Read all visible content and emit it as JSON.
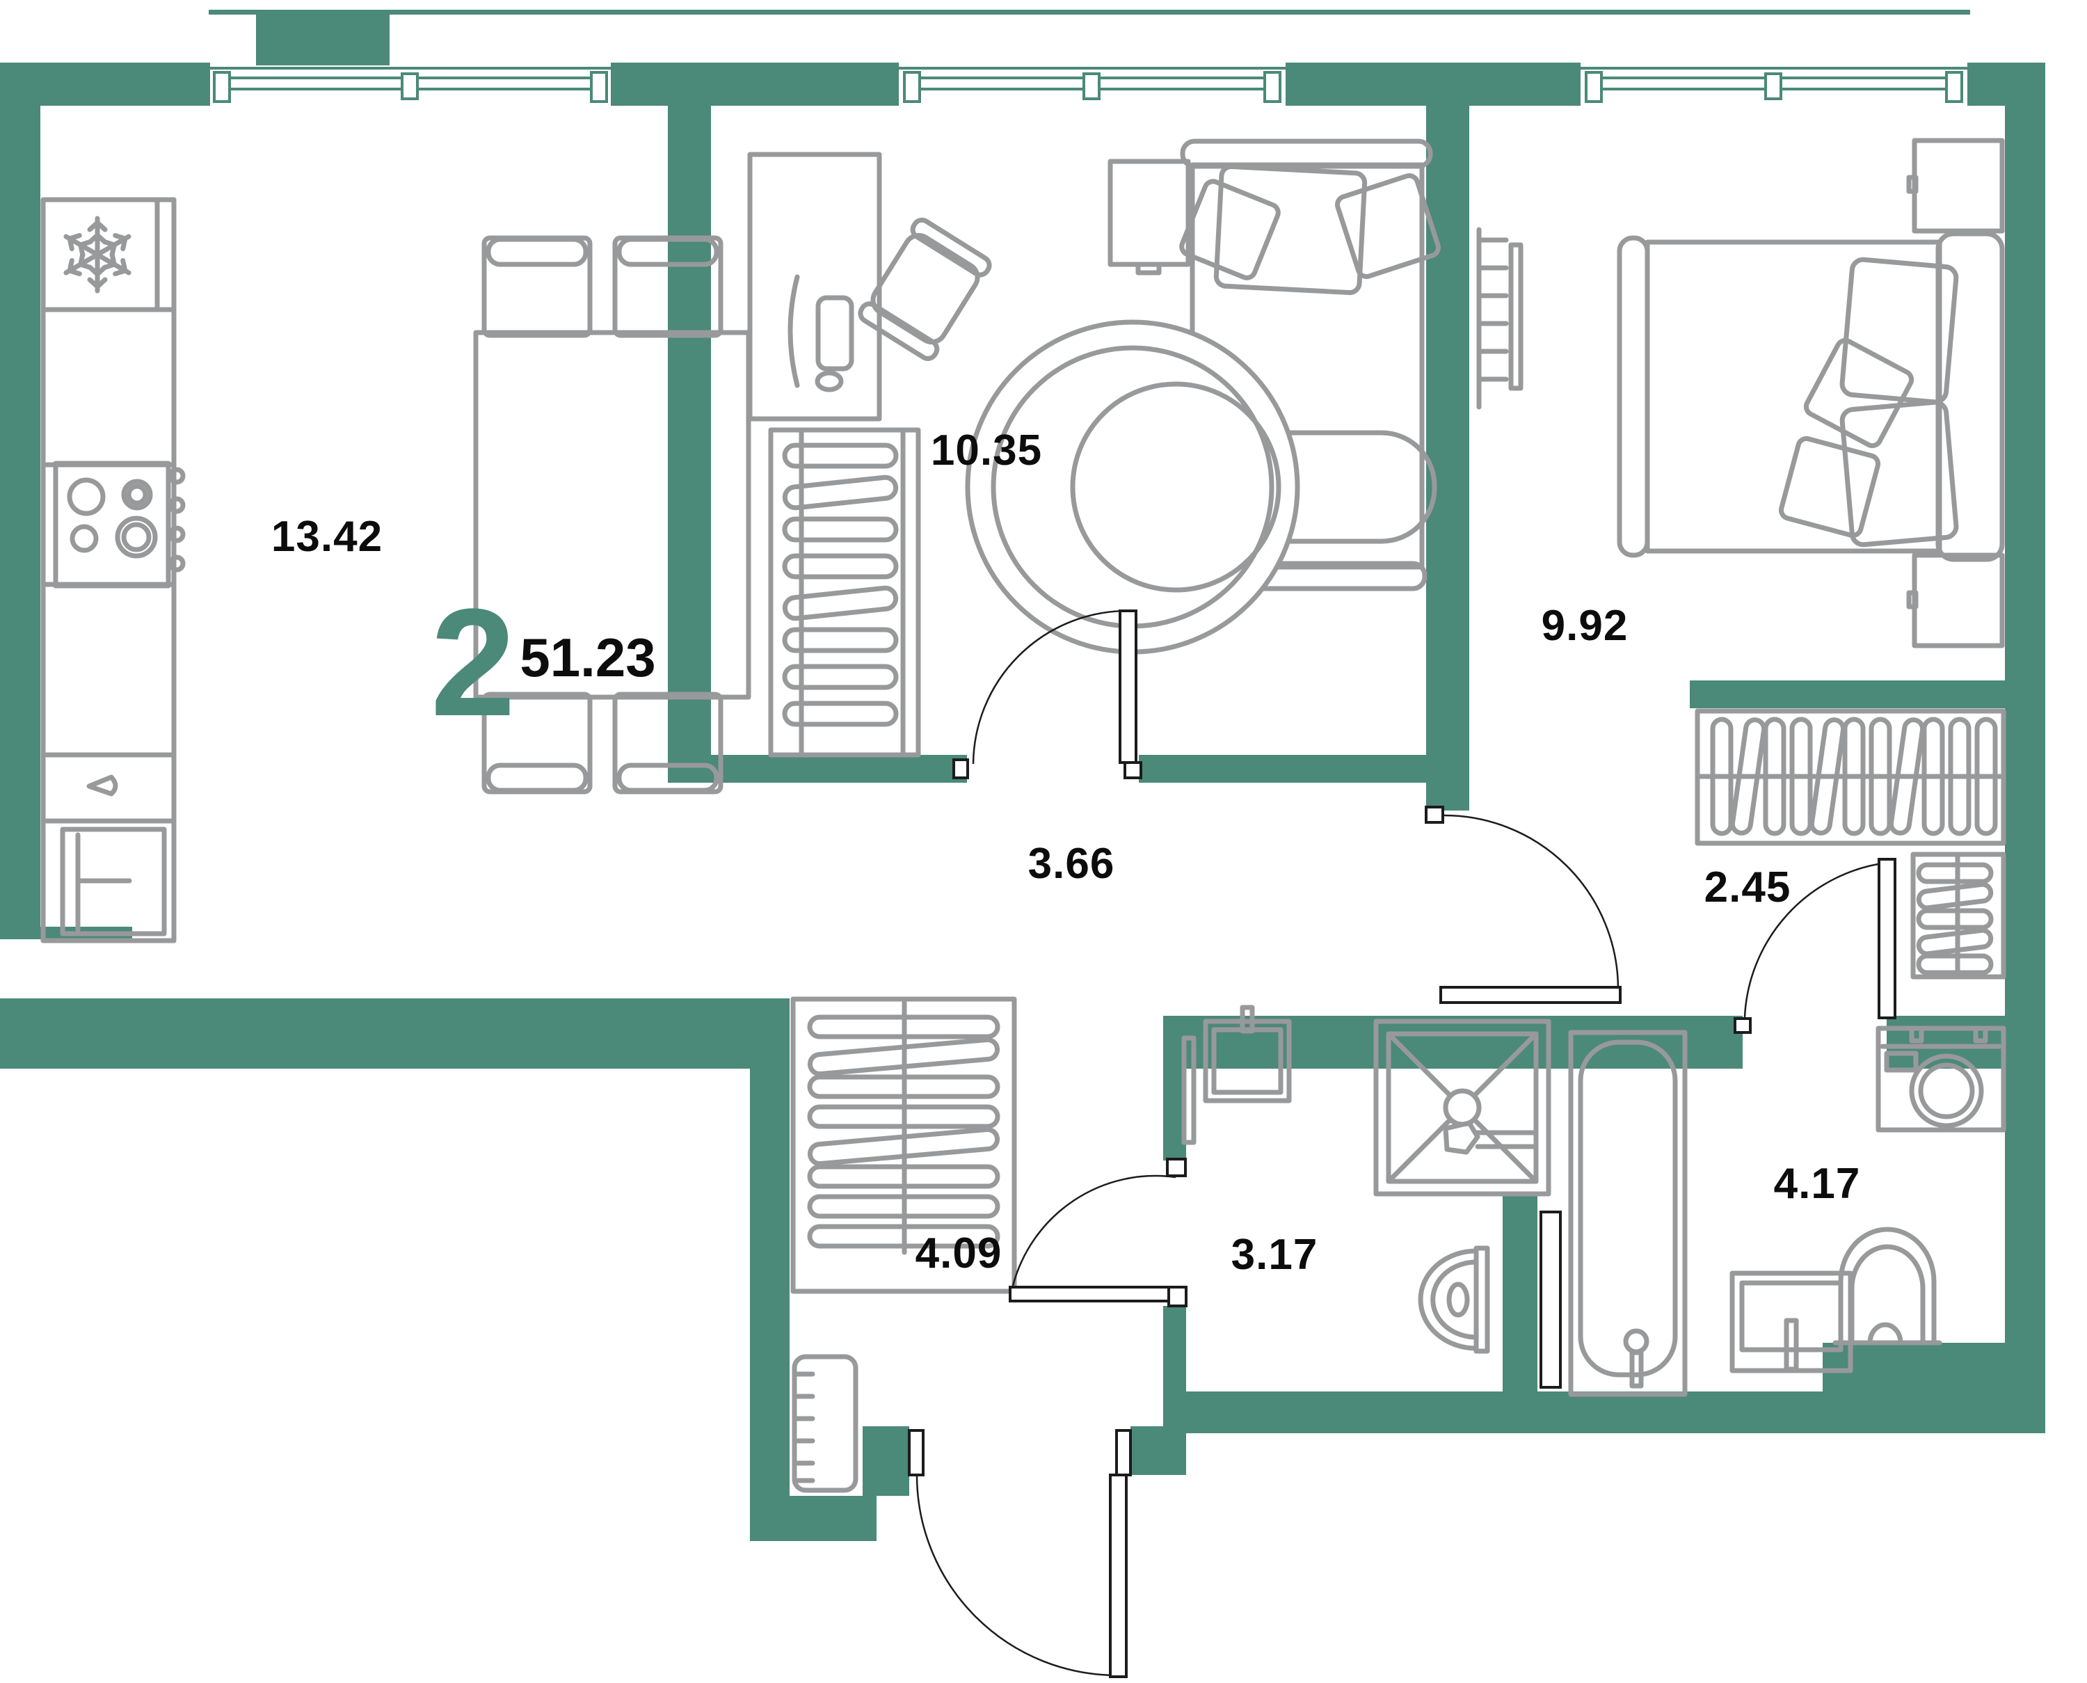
{
  "plan": {
    "type": "apartment-floor-plan",
    "summary": {
      "rooms_count": "2",
      "total_area": "51.23"
    },
    "rooms": [
      {
        "name": "kitchen-living-room",
        "area": "13.42"
      },
      {
        "name": "bedroom-1",
        "area": "10.35"
      },
      {
        "name": "bedroom-2",
        "area": "9.92"
      },
      {
        "name": "hallway",
        "area": "3.66"
      },
      {
        "name": "wardrobe",
        "area": "2.45"
      },
      {
        "name": "corridor",
        "area": "4.09"
      },
      {
        "name": "bathroom-1",
        "area": "3.17"
      },
      {
        "name": "bathroom-2",
        "area": "4.17"
      }
    ],
    "colors": {
      "wall": "#4b8978",
      "furniture": "#98999b",
      "text": "#0c0c0c"
    },
    "icons": [
      "snowflake-icon",
      "stove-burners-icon",
      "sink-icon",
      "shower-icon",
      "toilet-icon",
      "bathtub-icon",
      "washing-machine-icon",
      "hanger-rail-icon",
      "bed-icon",
      "door-swing-icon",
      "window-icon"
    ]
  }
}
